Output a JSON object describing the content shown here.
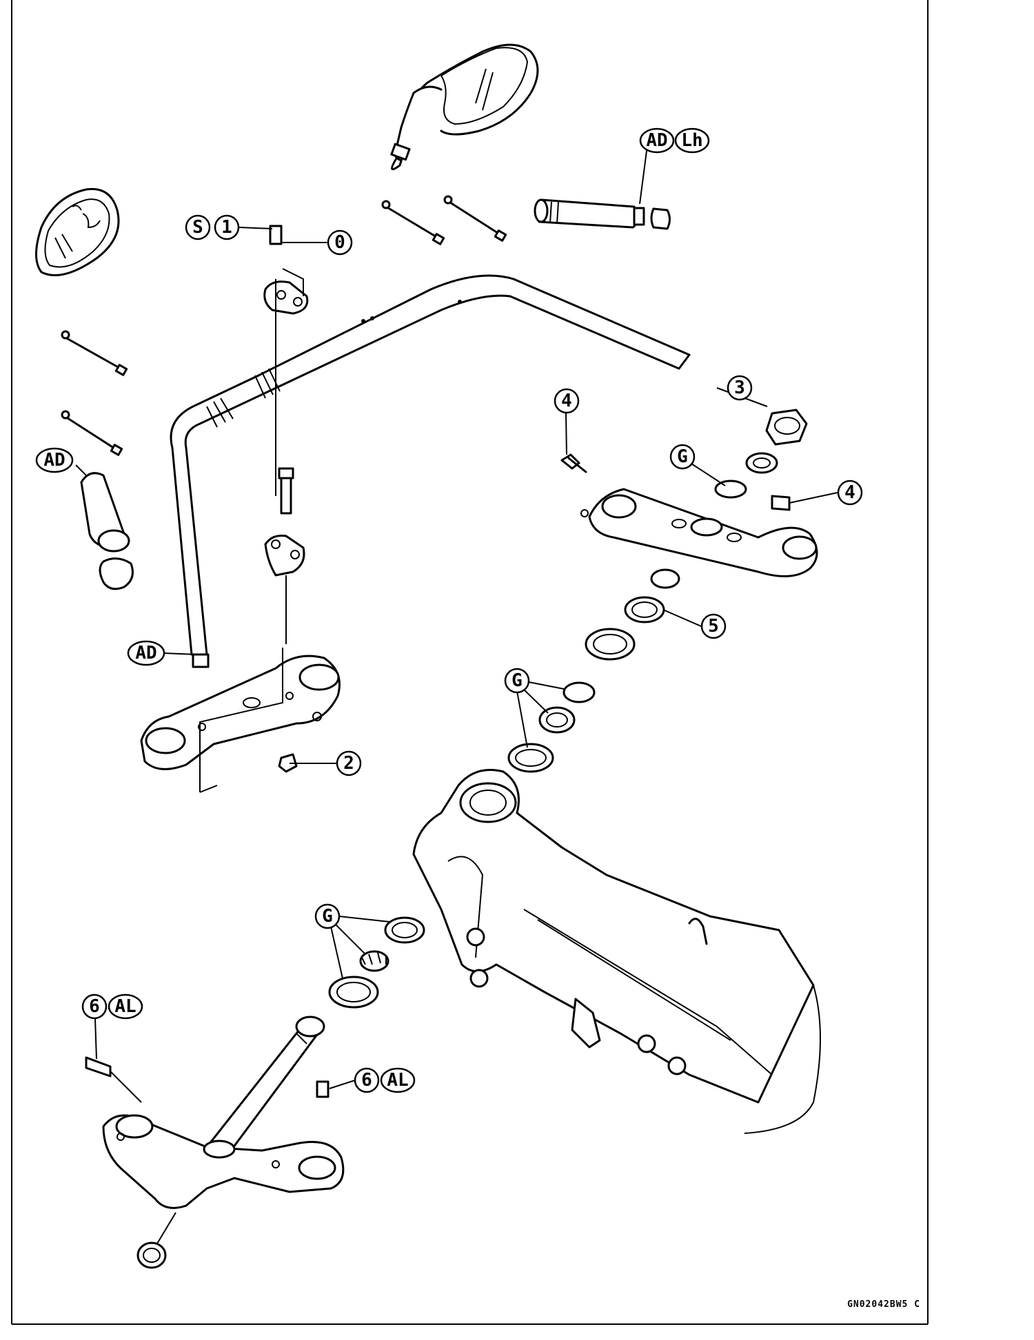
{
  "diagram": {
    "callouts": {
      "s": "S",
      "one": "1",
      "zero": "0",
      "ad_lh_ad": "AD",
      "ad_lh_lh": "Lh",
      "three": "3",
      "four_top": "4",
      "four_right": "4",
      "g_top": "G",
      "ad_left": "AD",
      "ad_bar": "AD",
      "five": "5",
      "g_mid": "G",
      "two": "2",
      "g_low": "G",
      "six_left": "6",
      "al_left": "AL",
      "six_right": "6",
      "al_right": "AL"
    },
    "figure_code": "GN02042BW5 C"
  }
}
